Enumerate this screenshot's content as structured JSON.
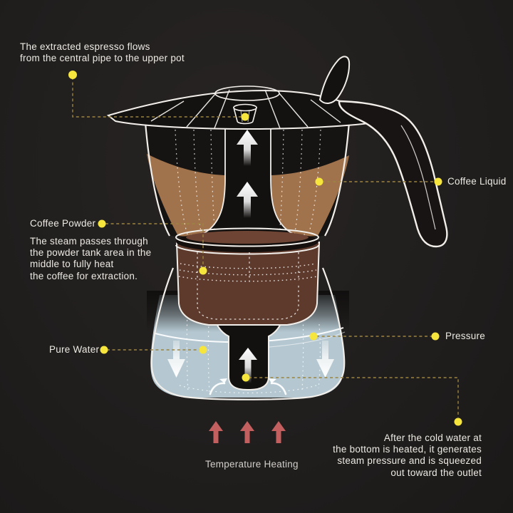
{
  "labels": {
    "espresso_flow": "The extracted espresso flows\nfrom the central pipe to the upper pot",
    "coffee_liquid": "Coffee Liquid",
    "coffee_powder": "Coffee Powder",
    "steam_note": "The steam passes through\nthe powder tank area in the\nmiddle to fully heat\nthe coffee for extraction.",
    "pure_water": "Pure Water",
    "pressure": "Pressure",
    "temperature_heating": "Temperature Heating",
    "steam_pressure_note": "After the cold water at\nthe bottom is heated, it generates\nsteam pressure and is squeezed\nout toward the outlet"
  },
  "colors": {
    "background": "#211f1e",
    "outline_white": "#f2efeb",
    "text": "#edeae3",
    "coffee_liquid": "#a1734c",
    "coffee_powder": "#5d3a2c",
    "powder_top": "#6e4534",
    "water_blue": "#b5c8d1",
    "heat_arrow_red": "#c45f5f",
    "leader_dot_yellow": "#f6e53c",
    "leader_line_gold": "#9c8440"
  },
  "icons": {
    "flow_up_arrow": "up-arrow",
    "water_down_arrow": "down-arrow",
    "steam_swirl_arrow": "swirl-arrow",
    "heat_up_arrow": "heat-arrow",
    "leader_dot": "dot"
  }
}
